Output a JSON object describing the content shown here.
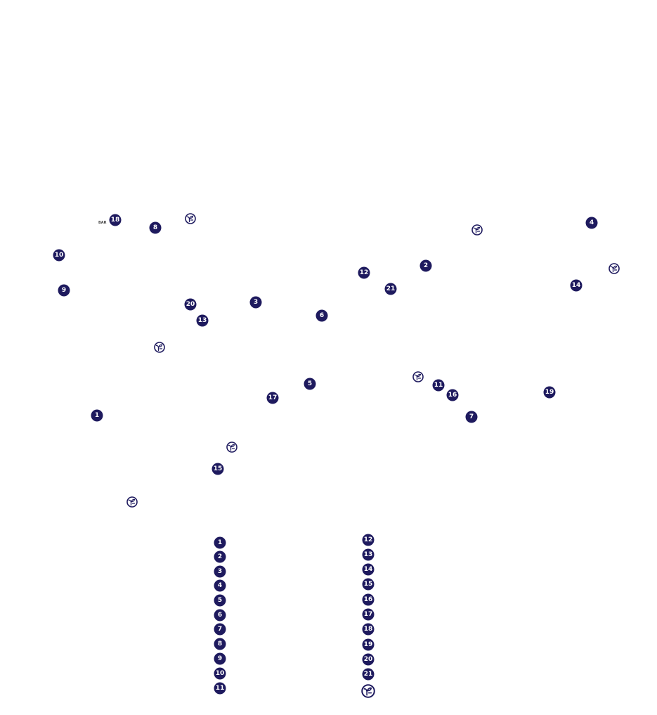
{
  "colors": {
    "marker_fill": "#1e1a5e",
    "marker_text": "#ffffff",
    "background": "#ffffff"
  },
  "map": {
    "small_label": "BAR",
    "markers": [
      {
        "label": "18"
      },
      {
        "label": "8"
      },
      {
        "label": "4"
      },
      {
        "label": "10"
      },
      {
        "label": "12"
      },
      {
        "label": "2"
      },
      {
        "label": "9"
      },
      {
        "label": "21"
      },
      {
        "label": "14"
      },
      {
        "label": "20"
      },
      {
        "label": "3"
      },
      {
        "label": "6"
      },
      {
        "label": "13"
      },
      {
        "label": "5"
      },
      {
        "label": "11"
      },
      {
        "label": "16"
      },
      {
        "label": "19"
      },
      {
        "label": "17"
      },
      {
        "label": "1"
      },
      {
        "label": "7"
      },
      {
        "label": "15"
      }
    ],
    "special_icon": "plant-sprout-icon"
  },
  "legend": {
    "left_column": [
      "1",
      "2",
      "3",
      "4",
      "5",
      "6",
      "7",
      "8",
      "9",
      "10",
      "11"
    ],
    "right_column": [
      "12",
      "13",
      "14",
      "15",
      "16",
      "17",
      "18",
      "19",
      "20",
      "21"
    ],
    "special_icon": "plant-sprout-icon"
  }
}
